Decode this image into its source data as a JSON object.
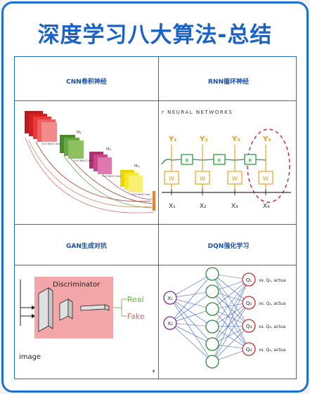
{
  "title": "深度学习八大算法-总结",
  "sections": [
    {
      "title": "CNN卷积神经"
    },
    {
      "title": "RNN循环神经"
    },
    {
      "title": "GAN生成对抗"
    },
    {
      "title": "DQN强化学习"
    }
  ],
  "cnn": {
    "layer_labels": [
      "H₁",
      "H₂",
      "H₃"
    ],
    "block_labels": [
      "3×3 ReLU Conv",
      "3×3 ReLU Conv",
      "3×3 ReLU Conv",
      "3×3 ReLU Conv"
    ]
  },
  "rnn": {
    "heading": "r NEURAL NETWORKS",
    "outputs": [
      "Y₁",
      "Y₂",
      "Y₃",
      "Y₄"
    ],
    "hidden_label": "R",
    "weight_label": "W",
    "inputs": [
      "X₁",
      "X₂",
      "X₃",
      "X₄"
    ]
  },
  "gan": {
    "discriminator": "Discriminator",
    "real": "Real",
    "fake": "Fake",
    "image": "image"
  },
  "dqn": {
    "inputs": [
      "X₁",
      "X₂"
    ],
    "outputs": [
      "Q₁",
      "Q₂",
      "Q₃",
      "Q₄"
    ],
    "vs_labels": [
      "vs. Q₁, actua",
      "vs. Q₂, actua",
      "vs. Q₃, actua",
      "vs. Q₄, actua"
    ]
  },
  "colors": {
    "brand_blue": "#1a62c8",
    "rnn_orange": "#f0a830",
    "rnn_green": "#2e9a3c",
    "rnn_red_dash": "#c0223a",
    "gan_pink": "#f2a6a8",
    "dqn_input": "#7b2d8e",
    "dqn_hidden": "#2c8a3a",
    "dqn_output": "#d02c2c",
    "dqn_edge": "#3d5fd0"
  }
}
